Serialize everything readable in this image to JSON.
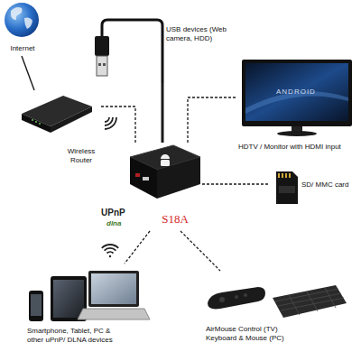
{
  "diagram": {
    "nodes": [
      {
        "text": [
          "Internet"
        ]
      },
      {
        "text": [
          "USB devices (Web camera, HDD)"
        ]
      },
      {
        "text": [
          "Wireless Router"
        ]
      },
      {
        "text": [
          "HDTV / Monitor with HDMI input"
        ]
      },
      {
        "text": [
          "S18A"
        ]
      },
      {
        "text": [
          "SD/ MMC card"
        ]
      },
      {
        "text": [
          "Smartphone, Tablet, PC & other uPnP/ DLNA devices"
        ]
      },
      {
        "text": [
          "AirMouse Control (TV) Keyboard & Mouse (PC)"
        ]
      }
    ],
    "edges": [
      {
        "from": 0,
        "to": 2,
        "arrow": "none"
      },
      {
        "from": 1,
        "to": 4,
        "arrow": "none"
      },
      {
        "from": 2,
        "to": 4,
        "arrow": "none"
      },
      {
        "from": 4,
        "to": 3,
        "arrow": "none"
      },
      {
        "from": 4,
        "to": 5,
        "arrow": "none"
      },
      {
        "from": 4,
        "to": 6,
        "arrow": "none"
      },
      {
        "from": 4,
        "to": 7,
        "arrow": "none"
      }
    ],
    "labels": [
      "UPnP",
      "dlna",
      "ANDROID"
    ]
  }
}
